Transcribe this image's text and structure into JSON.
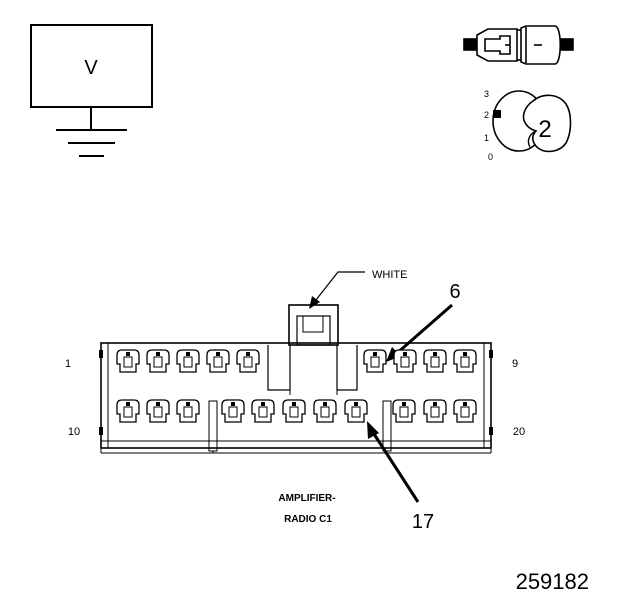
{
  "voltmeter": {
    "label": "V"
  },
  "switch": {
    "positions": [
      "3",
      "2",
      "1",
      "0"
    ],
    "selected": "2"
  },
  "connector": {
    "color_label": "WHITE",
    "pin_callouts": [
      "6",
      "17"
    ],
    "row_labels": {
      "top_left": "1",
      "top_right": "9",
      "bottom_left": "10",
      "bottom_right": "20"
    },
    "name_line1": "AMPLIFIER-",
    "name_line2": "RADIO C1"
  },
  "figure_number": "259182"
}
